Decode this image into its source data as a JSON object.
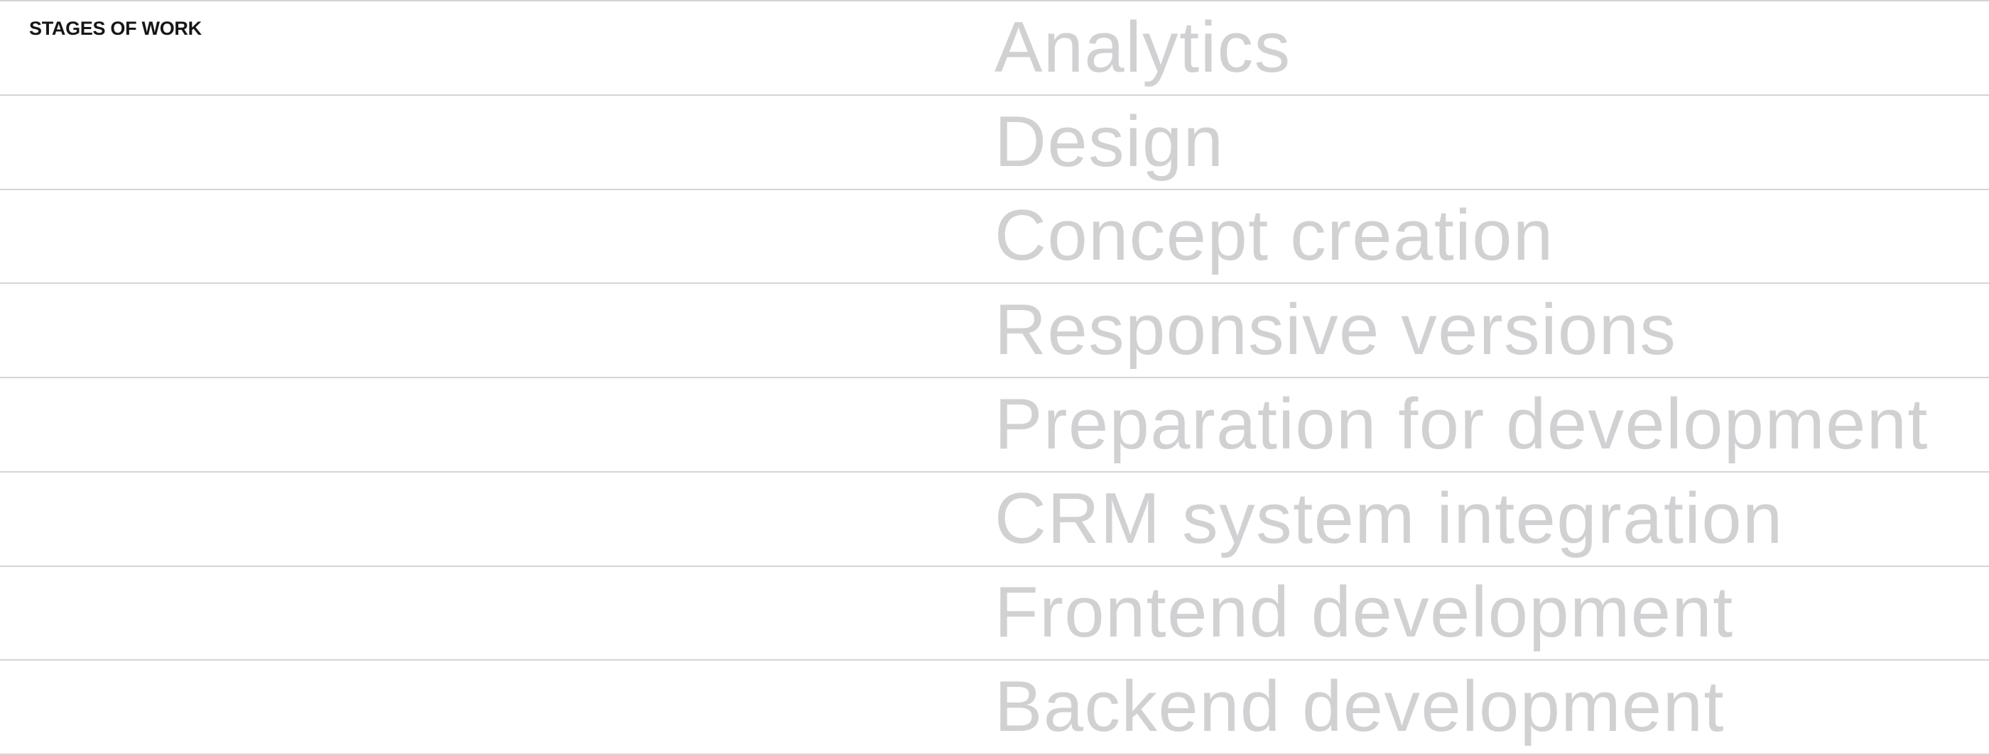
{
  "section": {
    "label": "STAGES OF WORK",
    "stages": [
      "Analytics",
      "Design",
      "Concept creation",
      "Responsive versions",
      "Preparation for development",
      "CRM system integration",
      "Frontend development",
      "Backend development"
    ]
  },
  "colors": {
    "background": "#ffffff",
    "label_text": "#161616",
    "stage_text": "#d1d1d3",
    "divider": "#d5d5d5"
  }
}
